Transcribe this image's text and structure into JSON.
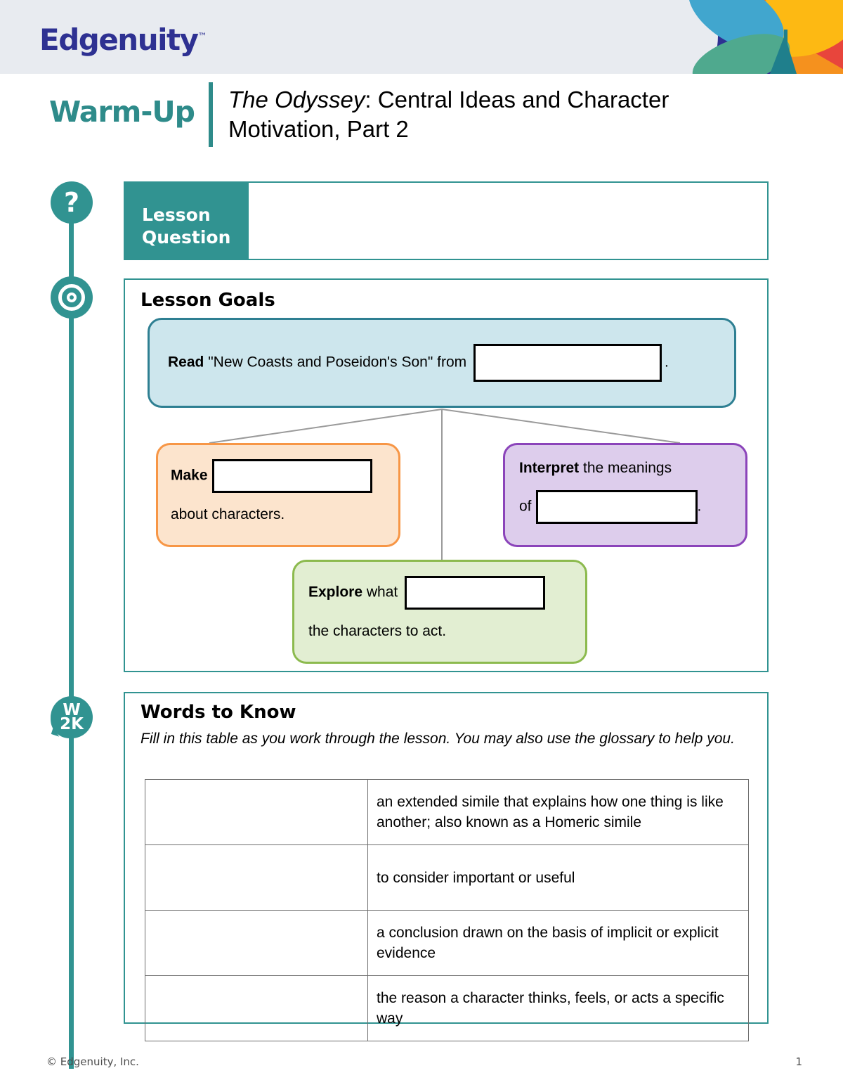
{
  "brand": {
    "logo_text": "Edgenuity",
    "logo_tm": "™",
    "logo_color": "#2e3192",
    "accent_teal": "#319391",
    "header_band_color": "#e8ebf0"
  },
  "header": {
    "section_label": "Warm-Up",
    "title_italic": "The Odyssey",
    "title_rest": ": Central Ideas and Character Motivation, Part 2"
  },
  "lesson_question": {
    "label_line1": "Lesson",
    "label_line2": "Question",
    "answer_value": ""
  },
  "icons": {
    "question_glyph": "?",
    "w2k_top": "W",
    "w2k_bottom": "2K"
  },
  "lesson_goals": {
    "heading": "Lesson Goals",
    "read": {
      "verb": "Read",
      "text_before": "\"New Coasts and Poseidon's Son\" from",
      "blank_value": "",
      "text_after": "."
    },
    "make": {
      "verb": "Make",
      "blank_value": "",
      "line2": "about characters."
    },
    "interpret": {
      "verb": "Interpret",
      "text_after_verb": "the meanings",
      "line2_before": "of",
      "blank_value": "",
      "line2_after": "."
    },
    "explore": {
      "verb": "Explore",
      "text_after_verb": "what",
      "blank_value": "",
      "line2": "the characters to act."
    },
    "colors": {
      "read_fill": "#cde6ed",
      "read_border": "#2e7f92",
      "make_fill": "#fce4cd",
      "make_border": "#f79646",
      "interpret_fill": "#ddcdec",
      "interpret_border": "#8b44ba",
      "explore_fill": "#e2eed2",
      "explore_border": "#8cba4e"
    }
  },
  "words_to_know": {
    "heading": "Words to Know",
    "instructions": "Fill in this table as you work through the lesson. You may also use the glossary to help you.",
    "rows": [
      {
        "term": "",
        "definition": "an extended simile that explains how one thing is like another; also known as a Homeric simile"
      },
      {
        "term": "",
        "definition": "to consider important or useful"
      },
      {
        "term": "",
        "definition": "a conclusion drawn on the basis of implicit or explicit evidence"
      },
      {
        "term": "",
        "definition": "the reason a character thinks, feels, or acts a specific way"
      }
    ]
  },
  "footer": {
    "copyright": "© Edgenuity, Inc.",
    "page_number": "1"
  }
}
